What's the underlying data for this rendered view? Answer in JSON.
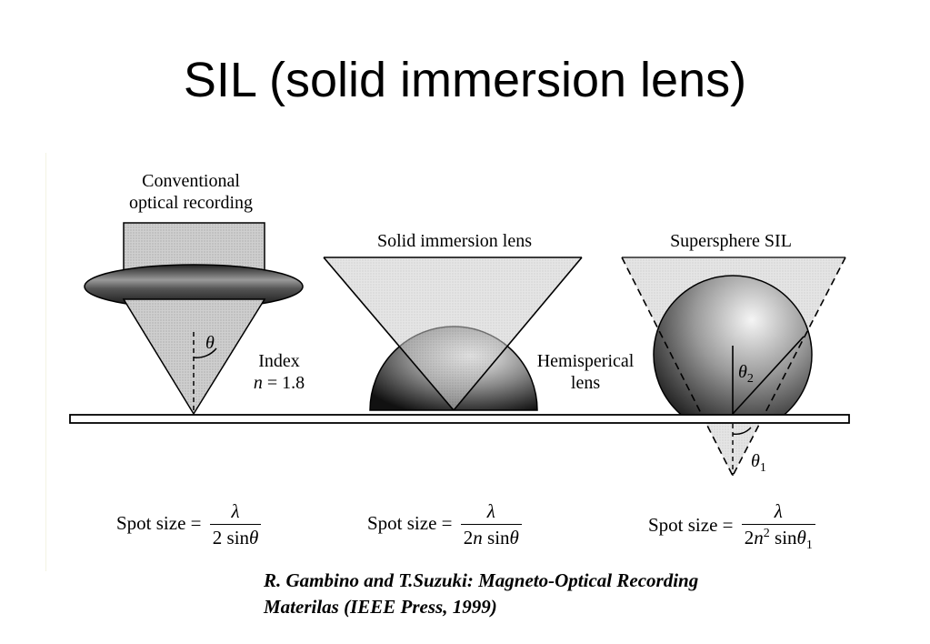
{
  "title": "SIL (solid immersion lens)",
  "diagram": {
    "conventional_label_1": "Conventional",
    "conventional_label_2": "optical recording",
    "sil_label": "Solid immersion lens",
    "supersphere_label": "Supersphere SIL",
    "index_label": "Index",
    "index_n": "n",
    "index_value": "= 1.8",
    "hemi_label_1": "Hemisperical",
    "hemi_label_2": "lens",
    "theta": "θ",
    "theta2": "θ",
    "theta2_sub": "2",
    "theta1": "θ",
    "theta1_sub": "1"
  },
  "formulas": {
    "prefix": "Spot size =",
    "lambda": "λ",
    "f1_den": "2 sin",
    "f1_theta": "θ",
    "f2_den_a": "2",
    "f2_den_n": "n",
    "f2_den_b": " sin",
    "f2_theta": "θ",
    "f3_den_a": "2",
    "f3_den_n": "n",
    "f3_den_sup": "2",
    "f3_den_b": " sin",
    "f3_theta": "θ",
    "f3_sub": "1"
  },
  "citation": {
    "line1": "R. Gambino and T.Suzuki: Magneto-Optical Recording",
    "line2": "Materilas (IEEE Press, 1999)"
  },
  "colors": {
    "cone_fill": "#c9c9c9",
    "lens_dark": "#1a1a1a",
    "lens_light": "#f2f2f2"
  }
}
